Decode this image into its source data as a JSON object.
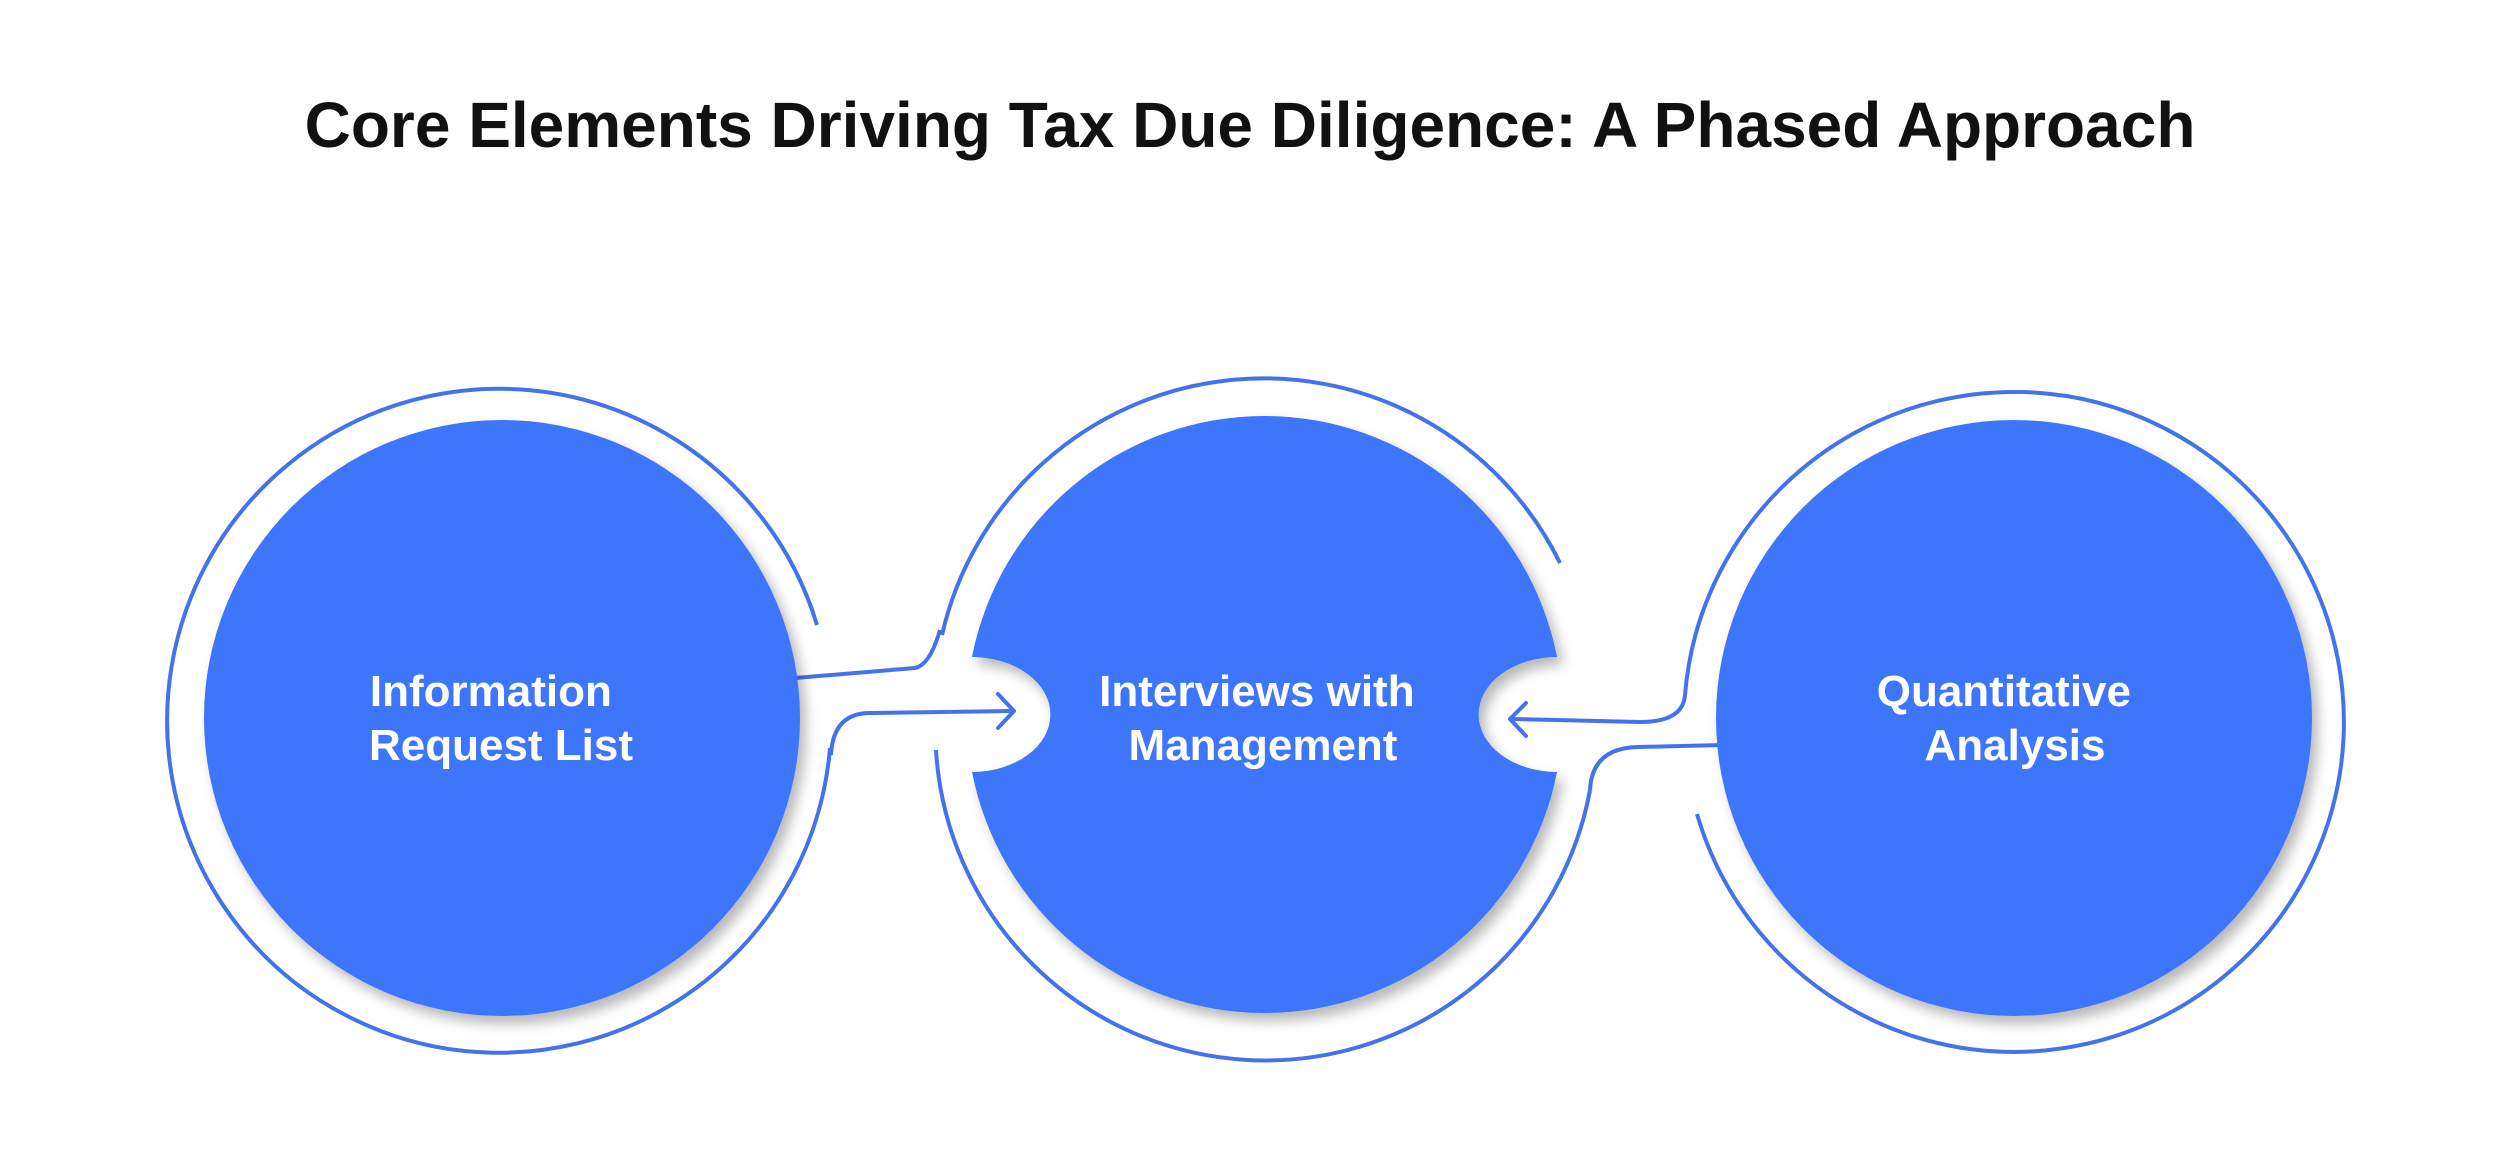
{
  "title": "Core Elements Driving Tax Due Diligence: A Phased Approach",
  "colors": {
    "accent": "#3e74fb",
    "stroke": "#4372ec",
    "text": "#111111",
    "label": "#ffffff"
  },
  "nodes": [
    {
      "id": "information-request-list",
      "lines": [
        "Information",
        "Request List"
      ]
    },
    {
      "id": "interviews-with-management",
      "lines": [
        "Interviews with",
        "Management"
      ]
    },
    {
      "id": "quantitative-analysis",
      "lines": [
        "Quantitative",
        "Analysis"
      ]
    }
  ],
  "connectors": [
    {
      "from": "information-request-list",
      "to": "interviews-with-management",
      "arrow": "right"
    },
    {
      "from": "quantitative-analysis",
      "to": "interviews-with-management",
      "arrow": "left"
    }
  ]
}
